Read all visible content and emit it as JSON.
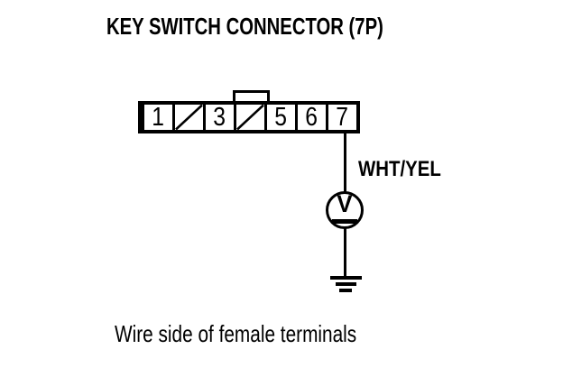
{
  "diagram": {
    "title": "KEY SWITCH CONNECTOR (7P)",
    "connector": {
      "type": "7P",
      "pins": [
        {
          "label": "1",
          "blocked": false
        },
        {
          "label": "",
          "blocked": true
        },
        {
          "label": "3",
          "blocked": false
        },
        {
          "label": "",
          "blocked": true
        },
        {
          "label": "5",
          "blocked": false
        },
        {
          "label": "6",
          "blocked": false
        },
        {
          "label": "7",
          "blocked": false
        }
      ]
    },
    "wire": {
      "from_pin": "7",
      "color_label": "WHT/YEL"
    },
    "meter": {
      "label": "V"
    },
    "icons": {
      "meter": "voltmeter-circle-icon",
      "ground": "ground-icon"
    },
    "caption": "Wire side of female terminals",
    "colors": {
      "ink": "#000000",
      "background": "#ffffff"
    }
  }
}
